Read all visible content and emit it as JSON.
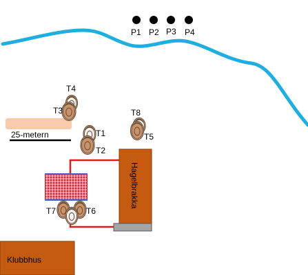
{
  "map": {
    "posts": [
      {
        "label": "P1"
      },
      {
        "label": "P2"
      },
      {
        "label": "P3"
      },
      {
        "label": "P4"
      }
    ],
    "traps": [
      {
        "label": "T1"
      },
      {
        "label": "T2"
      },
      {
        "label": "T3"
      },
      {
        "label": "T4"
      },
      {
        "label": "T5"
      },
      {
        "label": "T6"
      },
      {
        "label": "T7"
      },
      {
        "label": "T8"
      }
    ],
    "range_label": "25-metern",
    "house_label": "Hagelbrakka",
    "clubhouse_label": "Klubbhus"
  },
  "colors": {
    "river": "#1eaee0",
    "building": "#c55a11",
    "range_bar": "#f8cbad",
    "cable": "#e01b1b",
    "trap_body": "#c8926a",
    "trap_outline": "#6b4a2f",
    "grid_red": "#d8263b",
    "grid_blue": "#4a5fd1",
    "foundation": "#a5a5a5"
  }
}
